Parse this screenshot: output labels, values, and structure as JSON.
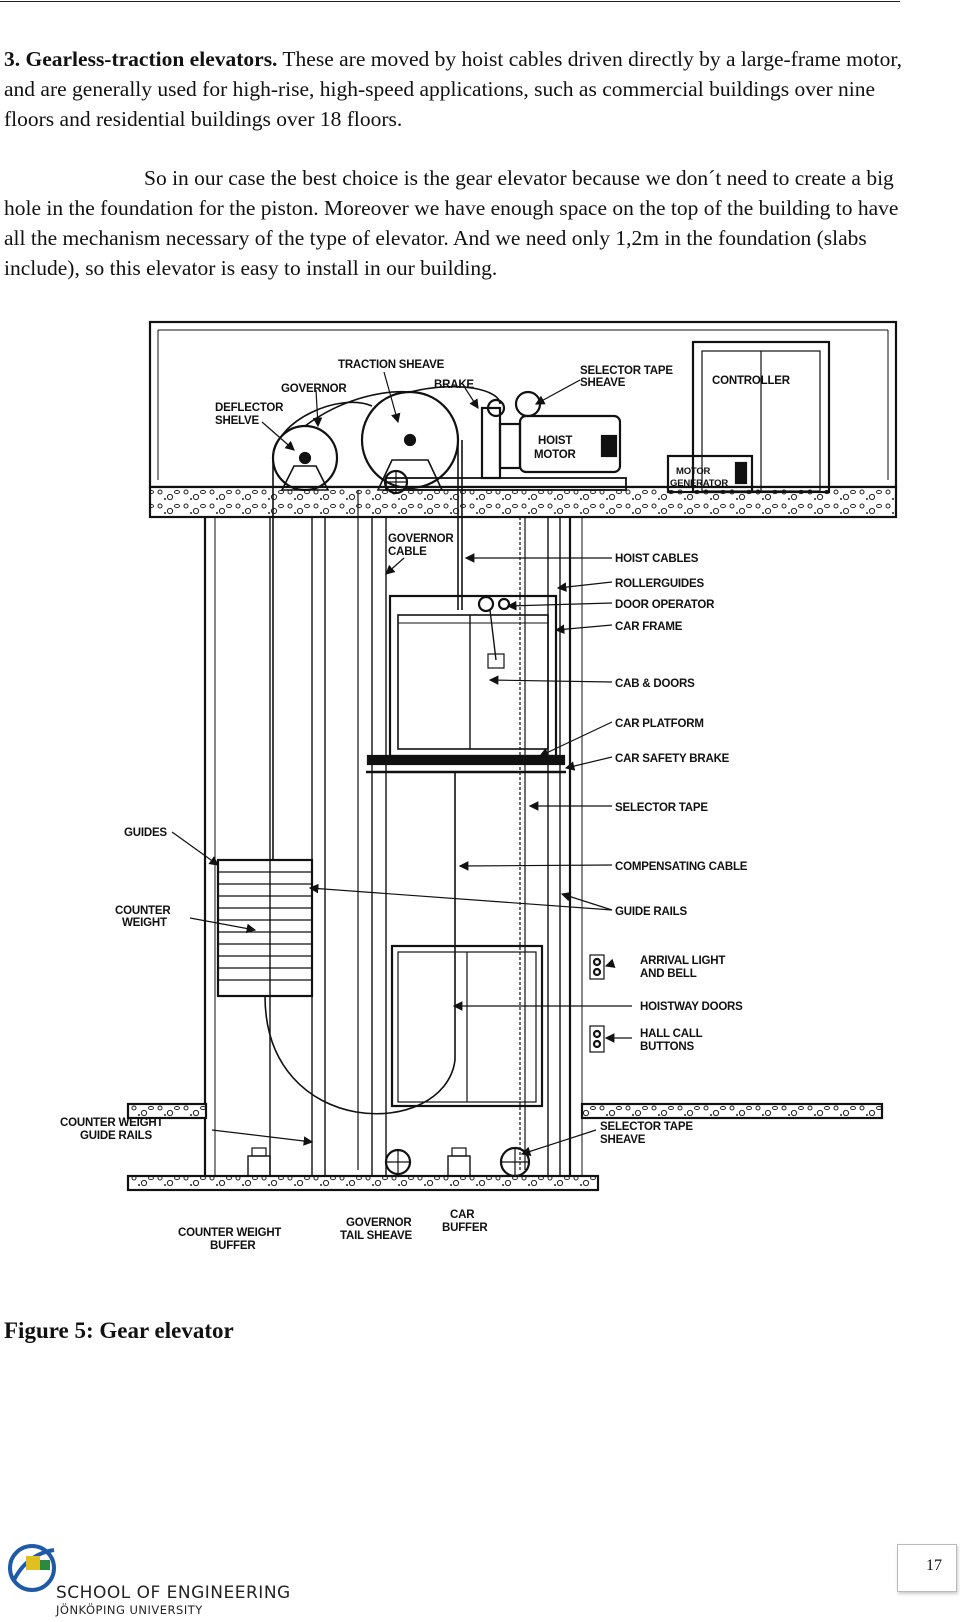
{
  "text": {
    "p1_heading": "3. Gearless-traction elevators.",
    "p1_body": " These are moved by hoist cables driven directly by a large-frame motor, and are generally used for high-rise, high-speed applications, such as commercial buildings over nine floors and residential buildings over 18 floors.",
    "p2": "So in our case the best choice is the gear elevator because we don´t need to create a big hole in the foundation for the piston. Moreover we have enough space on the top of the building to have all the mechanism necessary of the type of elevator. And we need only 1,2m in the foundation (slabs include), so this elevator  is easy to install in our building."
  },
  "figure": {
    "labels": {
      "traction_sheave": "TRACTION SHEAVE",
      "governor": "GOVERNOR",
      "brake": "BRAKE",
      "deflector_1": "DEFLECTOR",
      "deflector_2": "SHELVE",
      "selector_tape_sheave_top_1": "SELECTOR TAPE",
      "selector_tape_sheave_top_2": "SHEAVE",
      "controller": "CONTROLLER",
      "hoist_motor_1": "HOIST",
      "hoist_motor_2": "MOTOR",
      "motor_generator_1": "MOTOR",
      "motor_generator_2": "GENERATOR",
      "governor_cable_1": "GOVERNOR",
      "governor_cable_2": "CABLE",
      "hoist_cables": "HOIST CABLES",
      "rollerguides": "ROLLERGUIDES",
      "door_operator": "DOOR OPERATOR",
      "car_frame": "CAR FRAME",
      "cab_doors": "CAB & DOORS",
      "car_platform": "CAR PLATFORM",
      "car_safety_brake": "CAR SAFETY BRAKE",
      "selector_tape": "SELECTOR TAPE",
      "compensating_cable": "COMPENSATING CABLE",
      "guide_rails": "GUIDE RAILS",
      "guides": "GUIDES",
      "counter_weight_1": "COUNTER",
      "counter_weight_2": "WEIGHT",
      "arrival_light_1": "ARRIVAL LIGHT",
      "arrival_light_2": "AND BELL",
      "hoistway_doors": "HOISTWAY DOORS",
      "hall_call_1": "HALL CALL",
      "hall_call_2": "BUTTONS",
      "cw_guide_rails_1": "COUNTER WEIGHT",
      "cw_guide_rails_2": "GUIDE RAILS",
      "selector_tape_sheave_bottom_1": "SELECTOR TAPE",
      "selector_tape_sheave_bottom_2": "SHEAVE",
      "cw_buffer_1": "COUNTER WEIGHT",
      "cw_buffer_2": "BUFFER",
      "governor_tail_1": "GOVERNOR",
      "governor_tail_2": "TAIL SHEAVE",
      "car_buffer_1": "CAR",
      "car_buffer_2": "BUFFER"
    },
    "caption": "Figure 5: Gear elevator"
  },
  "footer": {
    "school": "SCHOOL OF ENGINEERING",
    "university": "JÖNKÖPING UNIVERSITY",
    "page_number": "17"
  }
}
